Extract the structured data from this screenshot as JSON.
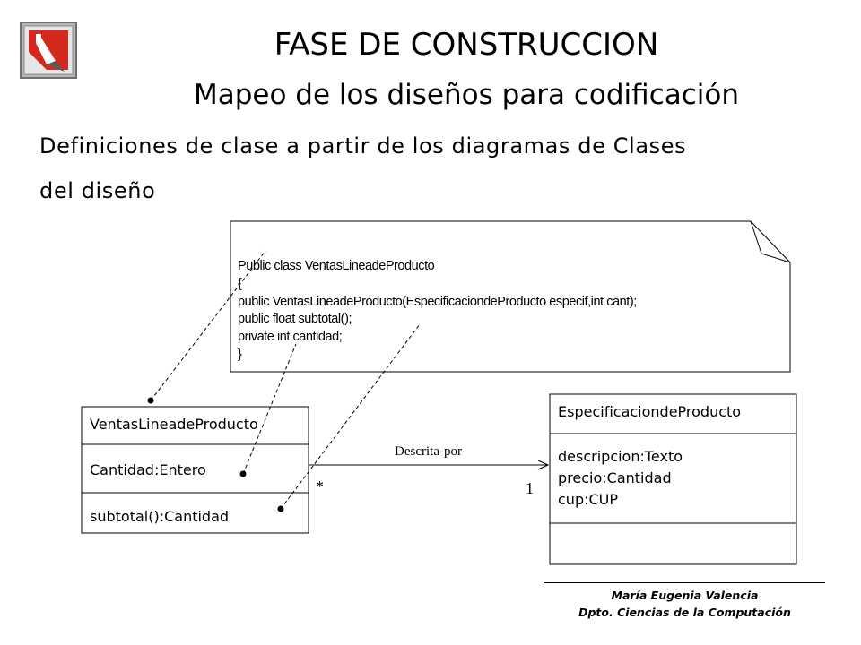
{
  "slide": {
    "title": "FASE DE CONSTRUCCION",
    "subtitle": "Mapeo de los diseños para codificación",
    "intro_line1": "Definiciones de clase a partir de los diagramas de Clases",
    "intro_line2": "del diseño"
  },
  "note": {
    "code_lines": [
      "Public class VentasLineadeProducto",
      "{",
      "public VentasLineadeProducto(EspecificaciondeProducto especif,int cant);",
      "public float subtotal();",
      "private int cantidad;",
      "}"
    ]
  },
  "class_ventas": {
    "name": "VentasLineadeProducto",
    "attribute": "Cantidad:Entero",
    "operation": "subtotal():Cantidad"
  },
  "class_especificacion": {
    "name": "EspecificaciondeProducto",
    "attributes": [
      "descripcion:Texto",
      "precio:Cantidad",
      "cup:CUP"
    ]
  },
  "association": {
    "label": "Descrita-por",
    "source_multiplicity": "*",
    "target_multiplicity": "1"
  },
  "footer": {
    "author": "María Eugenia Valencia",
    "department": "Dpto. Ciencias de la Computación"
  },
  "colors": {
    "logo_red": "#d42a1e",
    "logo_gray": "#b8b8b8"
  }
}
